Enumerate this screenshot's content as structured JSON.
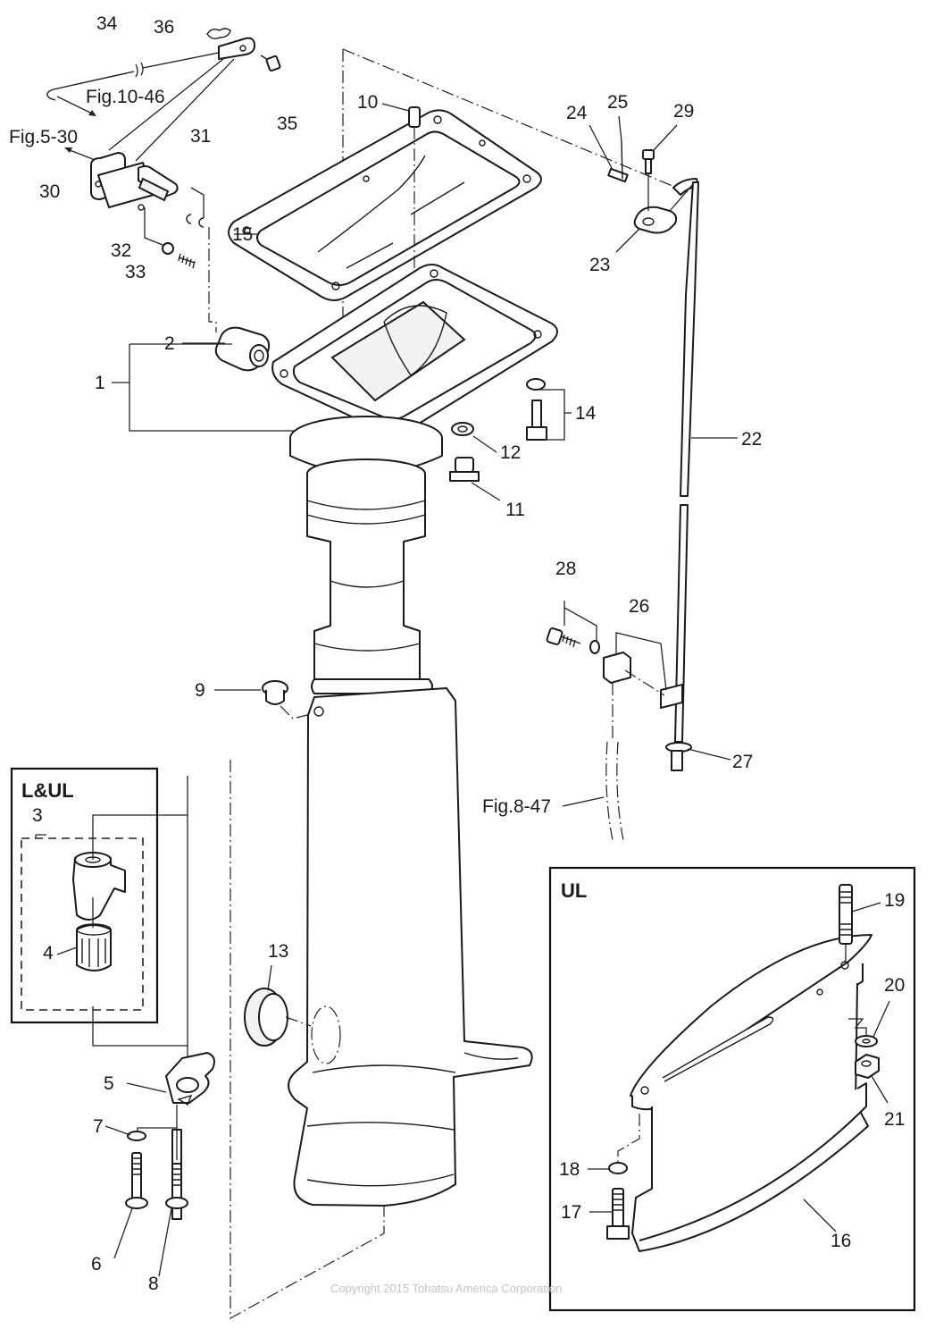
{
  "diagram": {
    "type": "exploded-parts-diagram",
    "subject": "Outboard drive shaft housing / upper casing assembly",
    "callouts": [
      {
        "id": "1",
        "label": "1"
      },
      {
        "id": "2",
        "label": "2"
      },
      {
        "id": "3",
        "label": "3"
      },
      {
        "id": "4",
        "label": "4"
      },
      {
        "id": "5",
        "label": "5"
      },
      {
        "id": "6",
        "label": "6"
      },
      {
        "id": "7",
        "label": "7"
      },
      {
        "id": "8",
        "label": "8"
      },
      {
        "id": "9",
        "label": "9"
      },
      {
        "id": "10",
        "label": "10"
      },
      {
        "id": "11",
        "label": "11"
      },
      {
        "id": "12",
        "label": "12"
      },
      {
        "id": "13",
        "label": "13"
      },
      {
        "id": "14",
        "label": "14"
      },
      {
        "id": "15",
        "label": "15"
      },
      {
        "id": "16",
        "label": "16"
      },
      {
        "id": "17",
        "label": "17"
      },
      {
        "id": "18",
        "label": "18"
      },
      {
        "id": "19",
        "label": "19"
      },
      {
        "id": "20",
        "label": "20"
      },
      {
        "id": "21",
        "label": "21"
      },
      {
        "id": "22",
        "label": "22"
      },
      {
        "id": "23",
        "label": "23"
      },
      {
        "id": "24",
        "label": "24"
      },
      {
        "id": "25",
        "label": "25"
      },
      {
        "id": "26",
        "label": "26"
      },
      {
        "id": "27",
        "label": "27"
      },
      {
        "id": "28",
        "label": "28"
      },
      {
        "id": "29",
        "label": "29"
      },
      {
        "id": "30",
        "label": "30"
      },
      {
        "id": "31",
        "label": "31"
      },
      {
        "id": "32",
        "label": "32"
      },
      {
        "id": "33",
        "label": "33"
      },
      {
        "id": "34",
        "label": "34"
      },
      {
        "id": "35",
        "label": "35"
      },
      {
        "id": "36",
        "label": "36"
      }
    ],
    "figure_refs": {
      "fig_10_46": "Fig.10-46",
      "fig_5_30": "Fig.5-30",
      "fig_8_47": "Fig.8-47"
    },
    "inset_boxes": {
      "lul": "L&UL",
      "ul": "UL"
    },
    "copyright": "Copyright 2015 Tohatsu America Corporation"
  }
}
